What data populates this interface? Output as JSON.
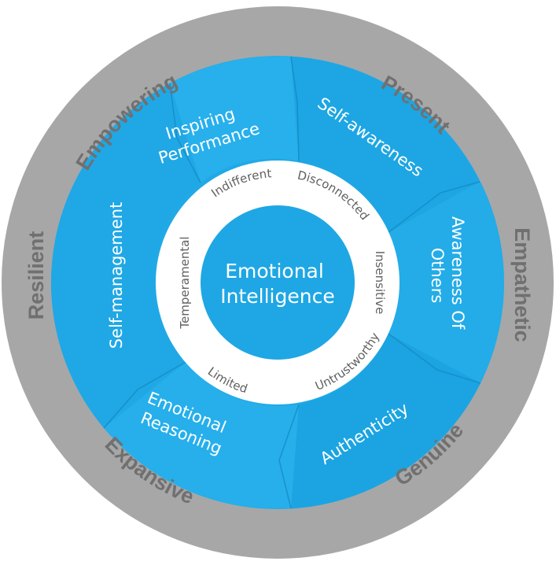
{
  "center": {
    "line1": "Emotional",
    "line2": "Intelligence"
  },
  "colors": {
    "outer_ring": "#a7a7a8",
    "domain_ring": "#20a9e6",
    "inner_ring": "#ffffff",
    "center": "#1ea7e4",
    "outer_text": "#707070",
    "inner_text": "#606060"
  },
  "outer_ring": [
    {
      "label": "Empowering"
    },
    {
      "label": "Present"
    },
    {
      "label": "Empathetic"
    },
    {
      "label": "Genuine"
    },
    {
      "label": "Expansive"
    },
    {
      "label": "Resilient"
    }
  ],
  "domains": [
    {
      "line1": "Inspiring",
      "line2": "Performance"
    },
    {
      "line1": "Self-awareness",
      "line2": ""
    },
    {
      "line1": "Awareness Of",
      "line2": "Others"
    },
    {
      "line1": "Authenticity",
      "line2": ""
    },
    {
      "line1": "Emotional",
      "line2": "Reasoning"
    },
    {
      "line1": "Self-management",
      "line2": ""
    }
  ],
  "inner_ring": [
    {
      "label": "Indifferent"
    },
    {
      "label": "Disconnected"
    },
    {
      "label": "Insensitive"
    },
    {
      "label": "Untrustworthy"
    },
    {
      "label": "Limited"
    },
    {
      "label": "Temperamental"
    }
  ]
}
